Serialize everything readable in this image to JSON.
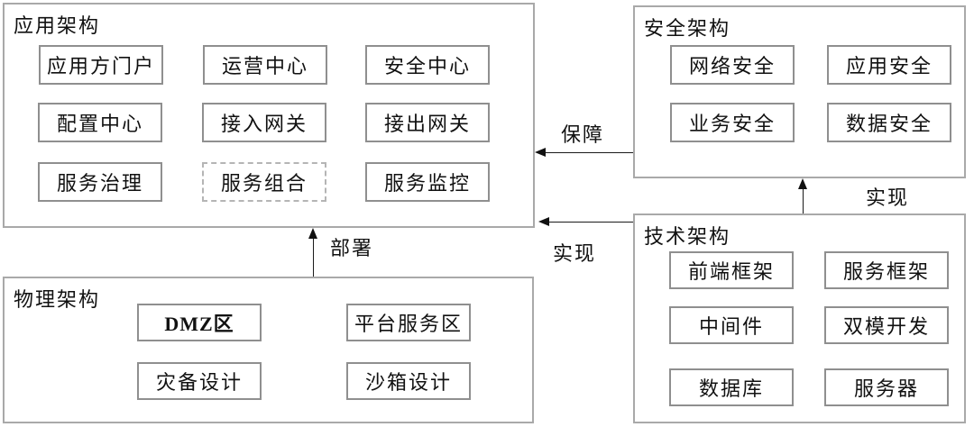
{
  "diagram": {
    "groups": {
      "app": {
        "title": "应用架构",
        "items": [
          "应用方门户",
          "运营中心",
          "安全中心",
          "配置中心",
          "接入网关",
          "接出网关",
          "服务治理",
          "服务组合",
          "服务监控"
        ]
      },
      "security": {
        "title": "安全架构",
        "items": [
          "网络安全",
          "应用安全",
          "业务安全",
          "数据安全"
        ]
      },
      "tech": {
        "title": "技术架构",
        "items": [
          "前端框架",
          "服务框架",
          "中间件",
          "双模开发",
          "数据库",
          "服务器"
        ]
      },
      "physical": {
        "title": "物理架构",
        "items": [
          "DMZ区",
          "平台服务区",
          "灾备设计",
          "沙箱设计"
        ]
      }
    },
    "edge_labels": {
      "guarantee": "保障",
      "realize_security": "实现",
      "realize_app": "实现",
      "deploy": "部署"
    },
    "colors": {
      "background": "#ffffff",
      "group_border": "#a9a9a9",
      "node_border": "#8f8f8f",
      "dashed_node_border": "#b5b5b5",
      "text": "#111111",
      "arrow": "#1a1a1a"
    }
  }
}
